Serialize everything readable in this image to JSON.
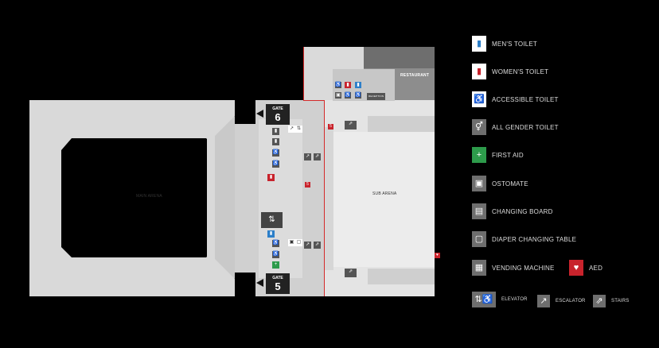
{
  "map": {
    "main_arena": "MAIN ARENA",
    "sub_arena": "SUB ARENA",
    "restaurant": "RESTAURANT",
    "reception": "RECEPTION",
    "gate_label": "GATE",
    "gate_6": "6",
    "gate_5": "5",
    "red_marker": "5"
  },
  "legend": {
    "mens_toilet": "MEN'S TOILET",
    "womens_toilet": "WOMEN'S TOILET",
    "accessible_toilet": "ACCESSIBLE TOILET",
    "all_gender_toilet": "ALL GENDER TOILET",
    "first_aid": "FIRST AID",
    "ostomate": "OSTOMATE",
    "changing_board": "CHANGING BOARD",
    "diaper_changing_table": "DIAPER CHANGING TABLE",
    "vending_machine": "VENDING MACHINE",
    "aed": "AED",
    "elevator": "ELEVATOR",
    "escalator": "ESCALATOR",
    "stairs": "STAIRS"
  },
  "colors": {
    "mens": "#2c7fc9",
    "womens": "#c8232c",
    "accessible": "#2d9b4b",
    "aed": "#c8232c"
  }
}
